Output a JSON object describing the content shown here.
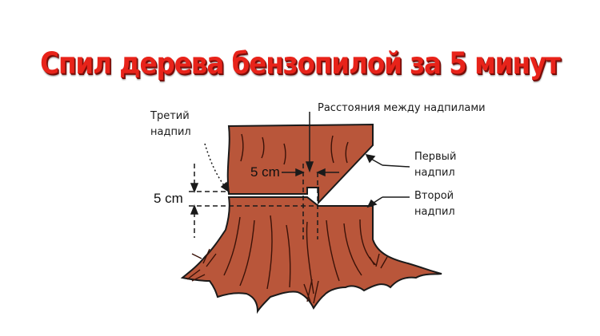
{
  "title": "Спил дерева бензопилой за 5 минут",
  "labels": {
    "third_cut_line1": "Третий",
    "third_cut_line2": "надпил",
    "distance_between_cuts": "Расстояния между надпилами",
    "first_cut_line1": "Первый",
    "first_cut_line2": "надпил",
    "second_cut_line1": "Второй",
    "second_cut_line2": "надпил",
    "horizontal_dim": "5 cm",
    "vertical_dim": "5 cm"
  },
  "colors": {
    "title": "#e8231a",
    "title_shadow": "#7a0d08",
    "trunk": "#b9563a",
    "outline": "#1a1a1a",
    "background": "#ffffff"
  }
}
